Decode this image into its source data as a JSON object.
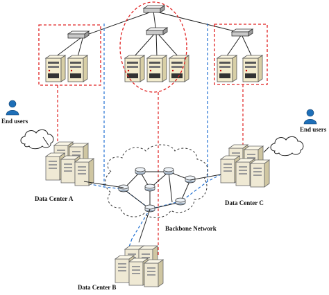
{
  "labels": {
    "end_users_left": "End users",
    "end_users_right": "End users",
    "dc_a": "Data Center A",
    "dc_b": "Data Center B",
    "dc_c": "Data Center  C",
    "backbone": "Backbone Network"
  },
  "colors": {
    "red_dashed": "#e02020",
    "blue_dashed": "#1f6fd1",
    "server_face": "#f3eccd",
    "server_side": "#d8cfa6",
    "tower_face": "#efe9d4",
    "router_fill": "#dfe7ef",
    "person": "#1e6fb8",
    "line": "#222222"
  },
  "icons": {
    "server": "server-icon",
    "switch": "switch-icon",
    "router": "router-icon",
    "cloud": "cloud-icon",
    "user": "user-icon",
    "datacenter": "datacenter-icon"
  }
}
